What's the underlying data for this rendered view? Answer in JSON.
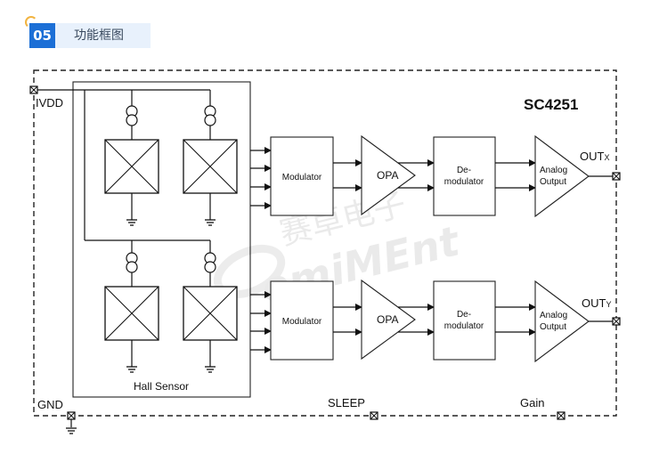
{
  "header": {
    "number": "05",
    "title": "功能框图"
  },
  "diagram": {
    "chip_name": "SC4251",
    "pins": {
      "vdd": "IVDD",
      "gnd": "GND",
      "sleep": "SLEEP",
      "gain": "Gain"
    },
    "hall_sensor_label": "Hall Sensor",
    "channels": [
      {
        "modulator": "Modulator",
        "opa": "OPA",
        "demod_line1": "De-",
        "demod_line2": "modulator",
        "analog_line1": "Analog",
        "analog_line2": "Output",
        "out_main": "OUT",
        "out_sub": "X"
      },
      {
        "modulator": "Modulator",
        "opa": "OPA",
        "demod_line1": "De-",
        "demod_line2": "modulator",
        "analog_line1": "Analog",
        "analog_line2": "Output",
        "out_main": "OUT",
        "out_sub": "Y"
      }
    ],
    "watermark": {
      "cn": "赛卓电子",
      "en": "emiMEnt"
    }
  }
}
